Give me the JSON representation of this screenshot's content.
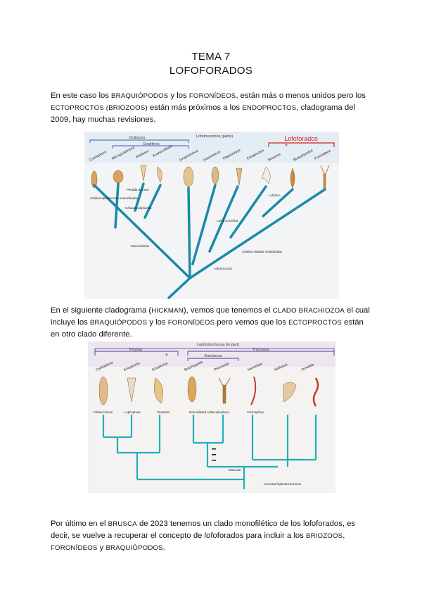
{
  "title": "TEMA 7",
  "subtitle": "LOFOFORADOS",
  "paragraphs": {
    "p1": {
      "t1": "En este caso los ",
      "t2": "BRAQUIÓPODOS",
      "t3": " y los ",
      "t4": "FORONÍDEOS",
      "t5": ", están más o menos unidos pero los ",
      "t6": "ECTOPROCTOS (BRIOZOOS)",
      "t7": " están más próximos a los ",
      "t8": "ENDOPROCTOS",
      "t9": ", cladograma del 2009, hay muchas revisiones."
    },
    "p2": {
      "t1": "En el siguiente cladograma (",
      "t2": "HICKMAN",
      "t3": "), vemos que tenemos el ",
      "t4": "CLADO BRACHIOZOA",
      "t5": " el cual incluye los ",
      "t6": "BRAQUIÓPODOS",
      "t7": " y los ",
      "t8": "FORONÍDEOS",
      "t9": " pero vemos que los ",
      "t10": "ECTOPROCTOS",
      "t11": " están en otro clado diferente."
    },
    "p3": {
      "t1": "Por último en el ",
      "t2": "BRUSCA",
      "t3": " de 2023 tenemos un clado monofilético de los lofoforados, es decir, se vuelve a recuperar el concepto de lofoforados para incluir a los ",
      "t4": "BRIOZOOS",
      "t5": ", ",
      "t6": "FORONÍDEOS",
      "t7": " y ",
      "t8": "BRAQUIÓPODOS",
      "t9": "."
    }
  },
  "figure1": {
    "header": "Lofotrocozoos (parte)",
    "group_a": "Cicliozoos",
    "group_b": "Gnatíferos",
    "group_lof": "Lofoforados",
    "taxa": [
      "Cycliophora",
      "Micrognathozoa",
      "Rotíferos",
      "Acantocéfalos",
      "Gnatóstomos",
      "Gastrotricos",
      "Platelmintos",
      "Entoproctos",
      "Briozoos",
      "Braquiópodos",
      "Foronídeos"
    ],
    "char_labels": [
      "Células epidérmicas monociliadas",
      "Pérdida del ano",
      "Células poliploides",
      "Lofóforo",
      "Larva trocófora",
      "Células ciliadas multiciliadas",
      "Monociliados",
      "Lofotrocozoo"
    ],
    "colors": {
      "tree": "#1a8aa8",
      "lof": "#d62020",
      "bracket": "#3d5bb0"
    }
  },
  "figure2": {
    "header": "Lophotrochozoa",
    "header_sub": "(in part)",
    "group_a": "Polyzoa",
    "group_b": "Trochozoa",
    "group_c": "Brachiozoa",
    "taxa": [
      "Cycliophora",
      "Entoprocta",
      "Ectoprocta",
      "Brachiopoda",
      "Phoronida",
      "Nemertea",
      "Mollusca",
      "Annelida"
    ],
    "char_labels": [
      "Ciliated funnel",
      "Lophophore",
      "Tentacles",
      "Monociliated cells",
      "Lophophore",
      "Trochophore",
      "Muscular",
      "Ancestral lophotrochozoans"
    ],
    "colors": {
      "tree": "#1fb0b8",
      "bracket": "#4a3a8c",
      "mark": "#e02020"
    }
  }
}
